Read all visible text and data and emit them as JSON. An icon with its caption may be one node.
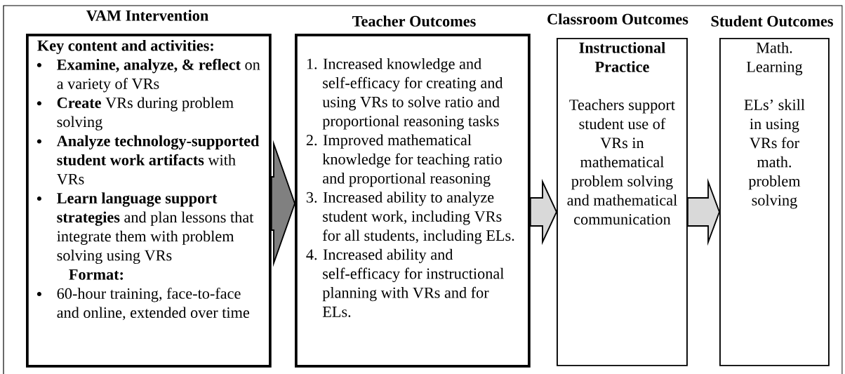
{
  "diagram": {
    "nodes": [
      {
        "text": [
          "VAM Intervention",
          "Key content and activities:",
          "**Examine, analyze, & reflect** on a variety of VRs",
          "**Create** VRs during problem solving",
          "**Analyze technology-supported student work artifacts** with VRs",
          "**Learn language support strategies** and plan lessons that integrate them with problem solving using VRs",
          "Format:",
          "60-hour training, face-to-face and online, extended over time"
        ]
      },
      {
        "text": [
          "Teacher Outcomes",
          "1. Increased knowledge and self-efficacy for creating and using VRs to solve ratio and proportional reasoning tasks",
          "2. Improved mathematical knowledge for teaching ratio and proportional reasoning",
          "3. Increased ability to analyze student work, including VRs for all students, including ELs.",
          "4. Increased ability and self-efficacy for instructional planning with VRs and for ELs."
        ]
      },
      {
        "text": [
          "Classroom Outcomes",
          "Instructional Practice",
          "Teachers support student use of VRs in mathematical problem solving and mathematical communication"
        ]
      },
      {
        "text": [
          "Student Outcomes",
          "Math. Learning",
          "ELs’ skill in using VRs for math. problem solving"
        ]
      }
    ],
    "edges": [
      {
        "from": 0,
        "to": 1,
        "arrow": "to",
        "color": "#808080"
      },
      {
        "from": 1,
        "to": 2,
        "arrow": "to"
      },
      {
        "from": 2,
        "to": 3,
        "arrow": "to"
      }
    ]
  }
}
